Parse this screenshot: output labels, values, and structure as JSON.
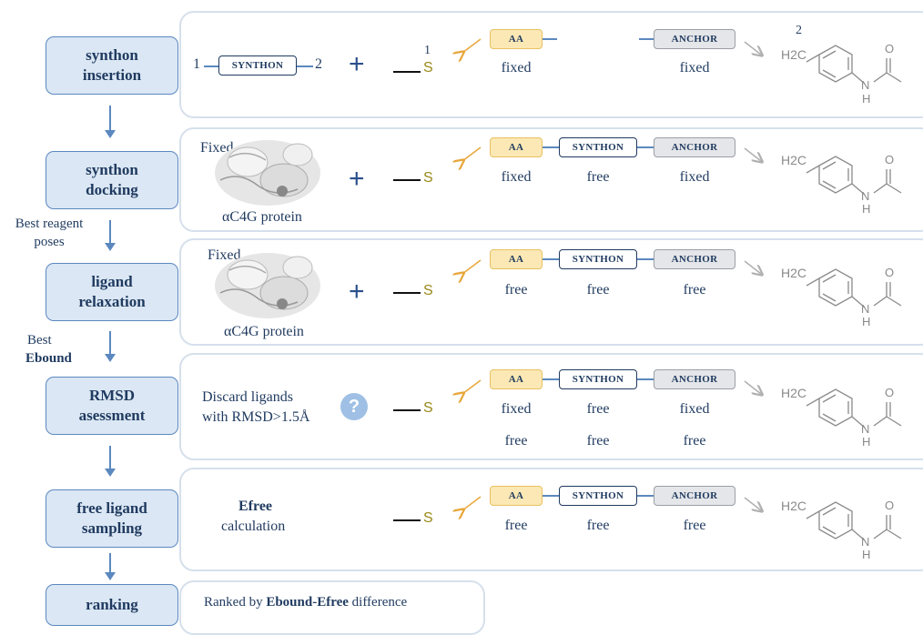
{
  "steps": [
    {
      "label": "synthon insertion"
    },
    {
      "label": "synthon docking"
    },
    {
      "label": "ligand relaxation"
    },
    {
      "label": "RMSD asessment"
    },
    {
      "label": "free ligand sampling"
    },
    {
      "label": "ranking"
    }
  ],
  "side_labels": {
    "best_reagent": "Best reagent poses",
    "best": "Best",
    "ebound": "Ebound"
  },
  "boxes": {
    "aa": "AA",
    "synthon": "SYNTHON",
    "anchor": "ANCHOR"
  },
  "insertion": {
    "left_num": "1",
    "right_num": "2",
    "s_num": "1",
    "mol_num": "2"
  },
  "sulfur": "S",
  "molecule": {
    "h2c": "H2C",
    "n": "N",
    "h": "H",
    "o": "O"
  },
  "protein": {
    "fixed_label": "Fixed",
    "name": "αC4G protein"
  },
  "rows": [
    {
      "aa": "fixed",
      "synthon": "",
      "anchor": "fixed"
    },
    {
      "aa": "fixed",
      "synthon": "free",
      "anchor": "fixed"
    },
    {
      "aa": "free",
      "synthon": "free",
      "anchor": "free"
    },
    {
      "aa": "fixed",
      "synthon": "free",
      "anchor": "fixed"
    },
    {
      "aa": "free",
      "synthon": "free",
      "anchor": "free"
    }
  ],
  "rmsd": {
    "line1": "Discard ligands",
    "line2": "with RMSD>1.5Å",
    "extra": {
      "aa": "free",
      "synthon": "free",
      "anchor": "free"
    }
  },
  "efree": {
    "title": "Efree",
    "sub": "calculation"
  },
  "ranking": {
    "prefix": "Ranked by ",
    "bold": "Ebound-Efree",
    "suffix": " difference"
  },
  "colors": {
    "step_fill": "#dbe7f4",
    "step_border": "#5b88bf",
    "aa_fill": "#fbe8b4",
    "anchor_fill": "#e5e6e9",
    "arrow_orange": "#e8a73c"
  }
}
